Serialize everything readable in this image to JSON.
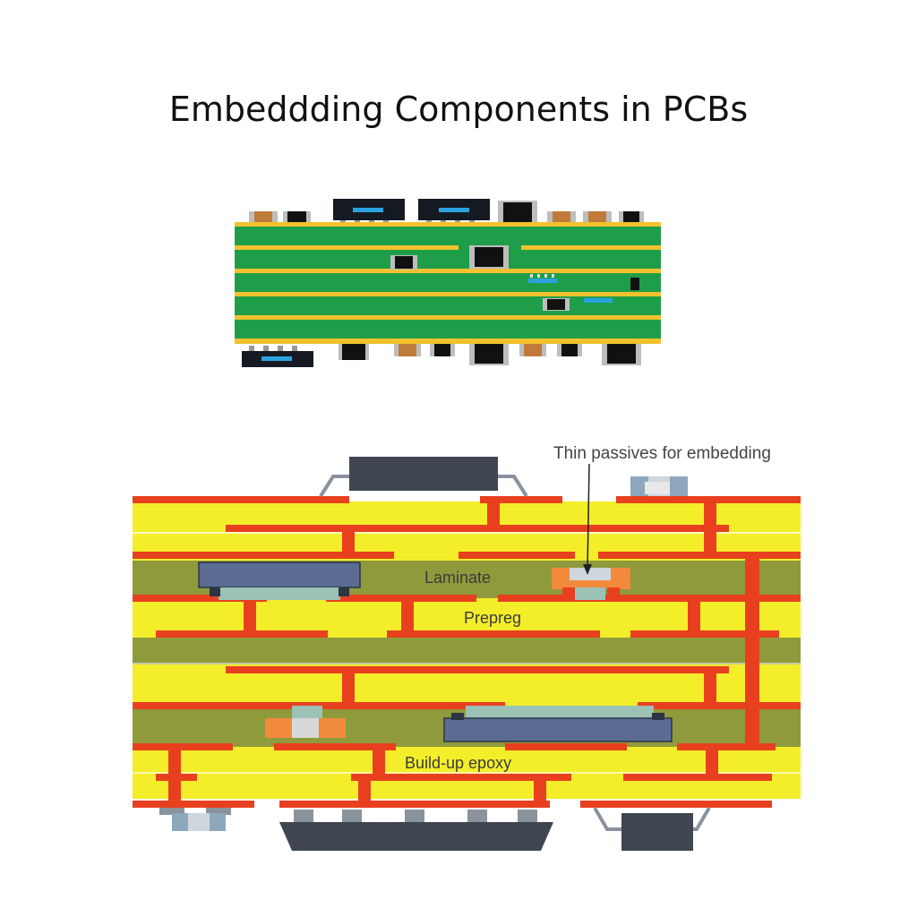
{
  "title": "Embeddding Components in PCBs",
  "labels": {
    "thin_passives": "Thin passives for embedding",
    "laminate": "Laminate",
    "prepreg": "Prepreg",
    "buildup": "Build-up epoxy"
  },
  "colors": {
    "board_green": "#1f9e4a",
    "copper_gold": "#f2c12e",
    "copper_red": "#e8401f",
    "prepreg_yellow": "#f4ee2a",
    "laminate_olive": "#8f9a3c",
    "chip_dark": "#3f4652",
    "chip_blue": "#5b6b92",
    "die_teal": "#9cc1b5",
    "passive_orange": "#f28a3c"
  }
}
